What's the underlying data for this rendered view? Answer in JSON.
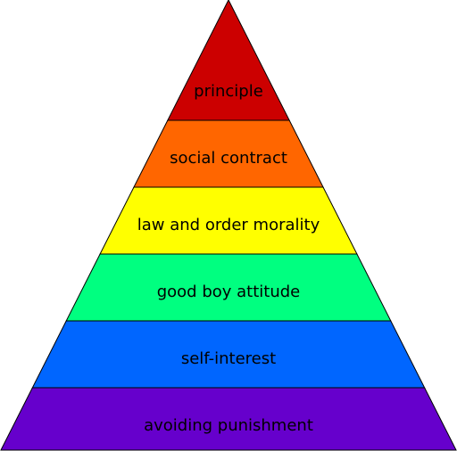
{
  "pyramid": {
    "levels": [
      {
        "label": "principle",
        "color": "#CC0000"
      },
      {
        "label": "social contract",
        "color": "#FF6600"
      },
      {
        "label": "law and order morality",
        "color": "#FFFF00"
      },
      {
        "label": "good boy attitude",
        "color": "#00FF80"
      },
      {
        "label": "self-interest",
        "color": "#0066FF"
      },
      {
        "label": "avoiding punishment",
        "color": "#6600CC"
      }
    ],
    "outline_color": "#000000"
  }
}
